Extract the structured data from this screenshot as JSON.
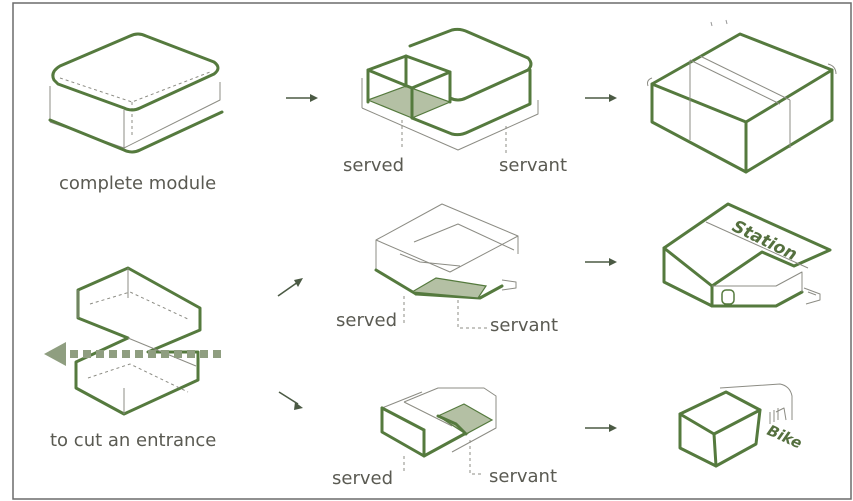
{
  "labels": {
    "complete_module": "complete module",
    "cut_entrance": "to cut an entrance",
    "served_1": "served",
    "servant_1": "servant",
    "served_2": "served",
    "servant_2": "servant",
    "served_3": "served",
    "servant_3": "servant",
    "station": "Station",
    "bike": "Bike"
  },
  "colors": {
    "module_stroke": "#557a3e",
    "served_fill": "#b4c0a4",
    "entrance_arrow": "#8f9e80",
    "border": "#6b6b6b"
  }
}
